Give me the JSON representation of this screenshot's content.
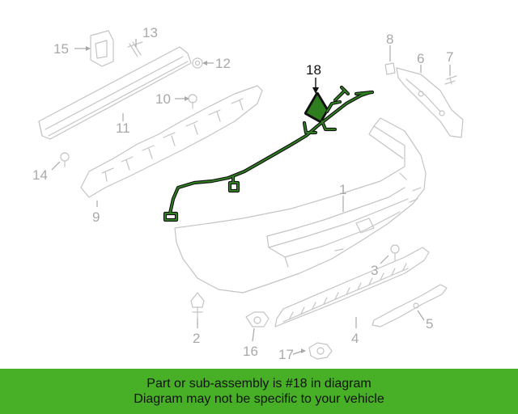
{
  "colors": {
    "banner_bg": "#47b026",
    "highlight_part": "#2e7d1f",
    "line_art": "#c4c4c4",
    "callout_text": "#a9a9a9"
  },
  "diagram": {
    "highlighted_part": "18",
    "callouts": {
      "c1": "1",
      "c2": "2",
      "c3": "3",
      "c4": "4",
      "c5": "5",
      "c6": "6",
      "c7": "7",
      "c8": "8",
      "c9": "9",
      "c10": "10",
      "c11": "11",
      "c12": "12",
      "c13": "13",
      "c14": "14",
      "c15": "15",
      "c16": "16",
      "c17": "17",
      "c18": "18"
    }
  },
  "banner": {
    "line1": "Part or sub-assembly is #18 in diagram",
    "line2": "Diagram may not be specific to your vehicle"
  }
}
